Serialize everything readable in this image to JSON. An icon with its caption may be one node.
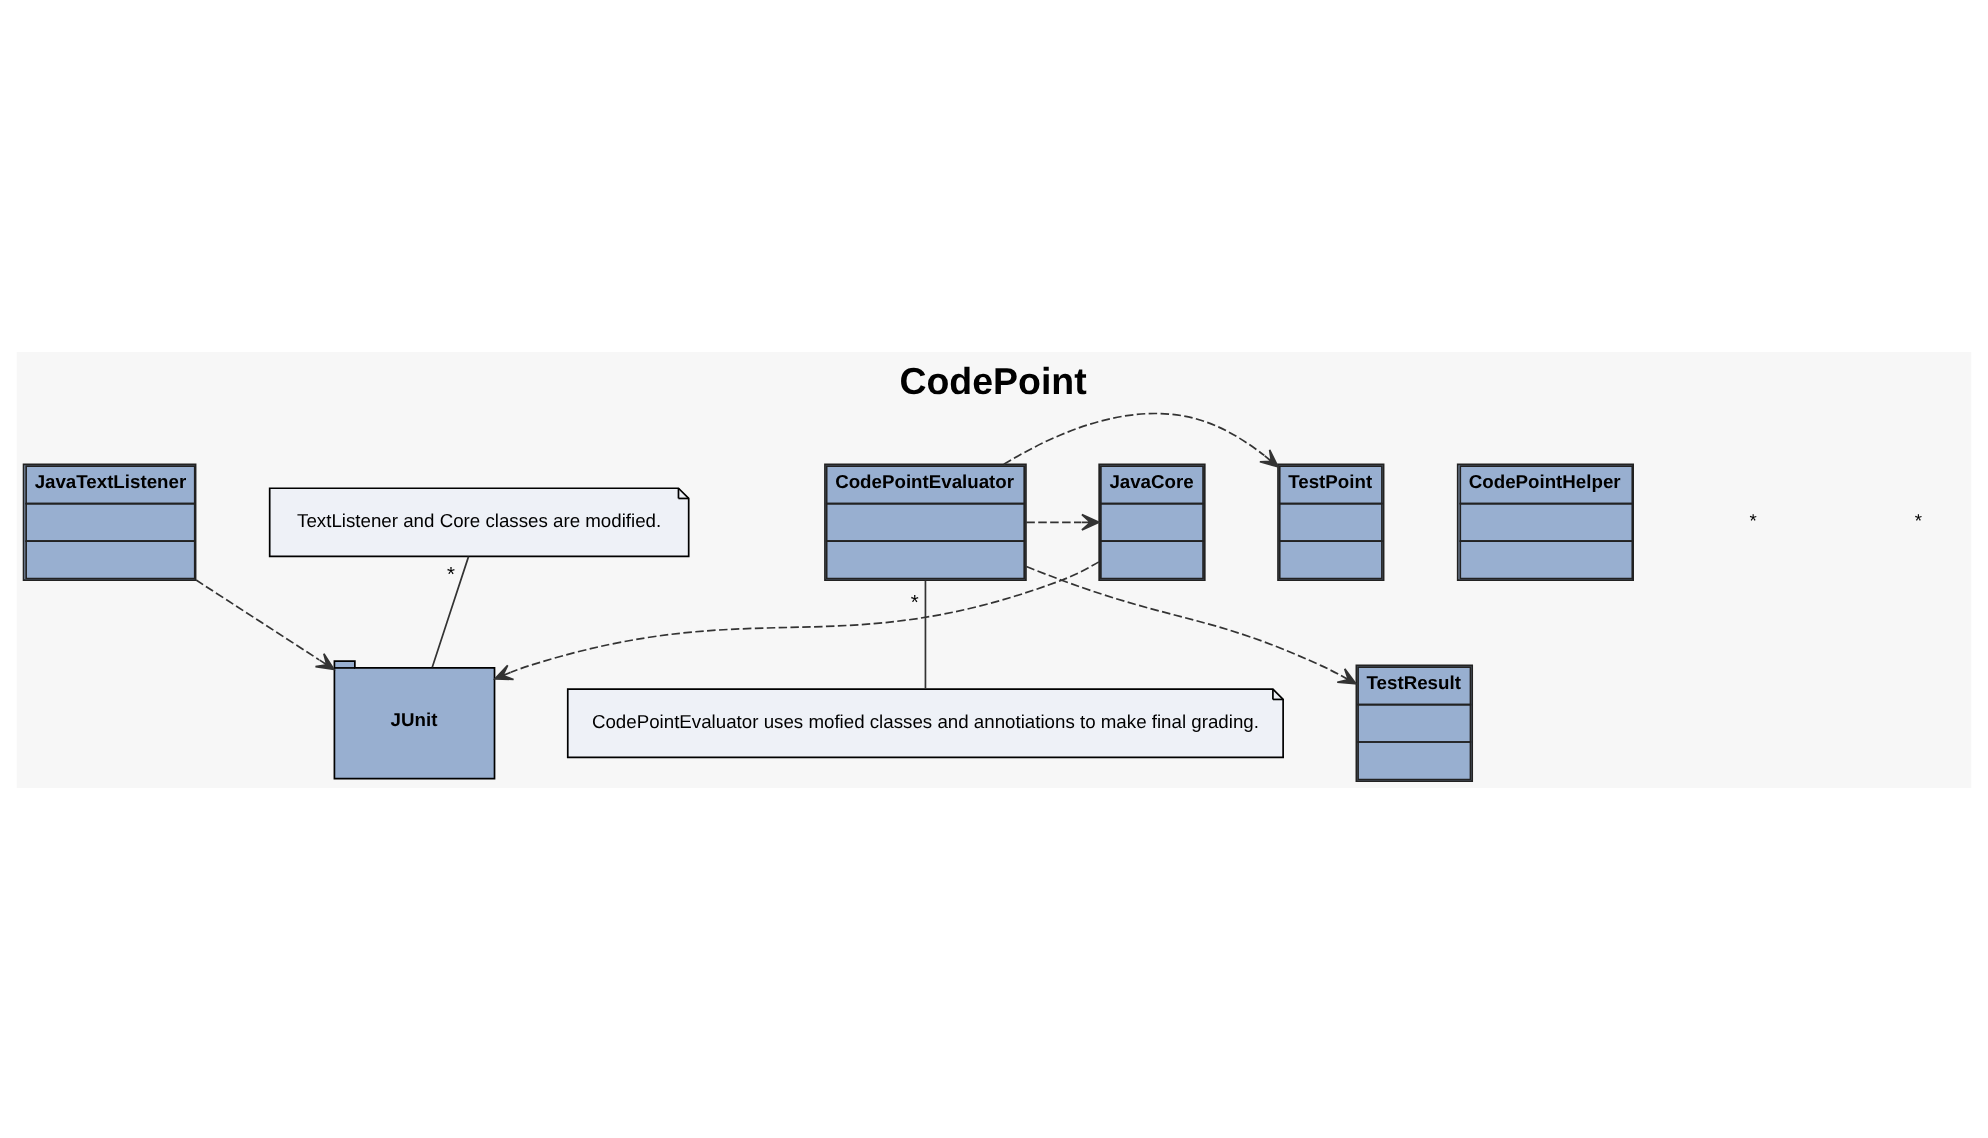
{
  "diagram": {
    "title": "CodePoint",
    "nodes": [
      {
        "text": [
          "TextListener and Core classes are modified."
        ]
      },
      {
        "text": [
          "JUnit"
        ]
      },
      {
        "text": [
          "JavaTextListener"
        ]
      },
      {
        "text": [
          "JavaCore"
        ]
      },
      {
        "text": [
          "CodePointEvaluator"
        ]
      },
      {
        "text": [
          "TestPoint"
        ]
      },
      {
        "text": [
          "CodePointHelper"
        ]
      },
      {
        "text": [
          "TestResult"
        ]
      },
      {
        "text": [
          "CodePointEvaluator uses mofied classes and annotiations to make final grading."
        ]
      }
    ],
    "edges": [
      {
        "from": 2,
        "to": 1,
        "arrow": "to",
        "style": "dashed"
      },
      {
        "from": 3,
        "to": 1,
        "arrow": "to",
        "style": "dashed"
      },
      {
        "from": 0,
        "to": 1,
        "arrow": "none",
        "label": "*"
      },
      {
        "from": 4,
        "to": 3,
        "arrow": "to",
        "style": "dashed"
      },
      {
        "from": 4,
        "to": 5,
        "arrow": "to",
        "style": "dashed"
      },
      {
        "from": 4,
        "to": 7,
        "arrow": "to",
        "style": "dashed"
      },
      {
        "from": 4,
        "to": 8,
        "arrow": "none",
        "label": "*"
      }
    ],
    "labels": [
      "*",
      "*"
    ]
  }
}
